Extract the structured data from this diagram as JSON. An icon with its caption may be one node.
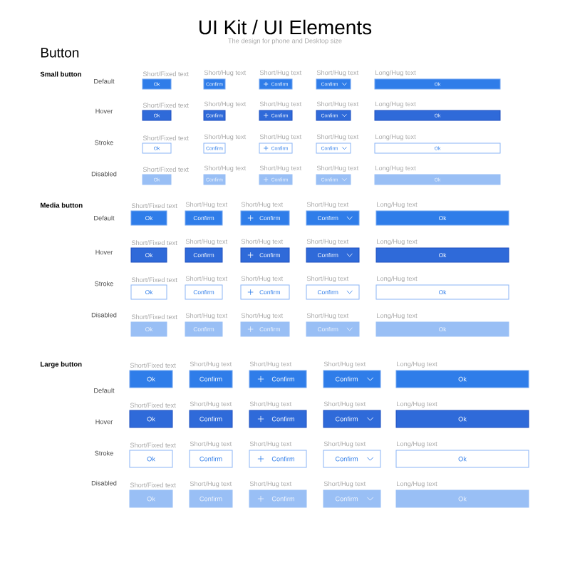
{
  "diagram": {
    "title": "UI Kit / UI Elements",
    "nodes": [
      {
        "text": [
          "Ok"
        ],
        "beside": [
          "Short/Fixed text"
        ]
      },
      {
        "text": [
          "Confirm"
        ],
        "beside": [
          "Short/Hug text"
        ]
      },
      {
        "text": [
          "Confirm"
        ],
        "beside": [
          "Short/Hug text"
        ]
      },
      {
        "text": [
          "Confirm"
        ],
        "beside": [
          "Short/Hug text"
        ]
      },
      {
        "text": [
          "Ok"
        ],
        "beside": [
          "Long/Hug text"
        ]
      },
      {
        "text": [
          "Ok"
        ],
        "beside": [
          "Short/Fixed text"
        ]
      },
      {
        "text": [
          "Confirm"
        ],
        "beside": [
          "Short/Hug text"
        ]
      },
      {
        "text": [
          "Confirm"
        ],
        "beside": [
          "Short/Hug text"
        ]
      },
      {
        "text": [
          "Confirm"
        ],
        "beside": [
          "Short/Hug text"
        ]
      },
      {
        "text": [
          "Ok"
        ],
        "beside": [
          "Long/Hug text"
        ]
      },
      {
        "text": [
          "Ok"
        ],
        "beside": [
          "Short/Fixed text"
        ]
      },
      {
        "text": [
          "Confirm"
        ],
        "beside": [
          "Short/Hug text"
        ]
      },
      {
        "text": [
          "Confirm"
        ],
        "beside": [
          "Short/Hug text"
        ]
      },
      {
        "text": [
          "Confirm"
        ],
        "beside": [
          "Short/Hug text"
        ]
      },
      {
        "text": [
          "Ok"
        ],
        "beside": [
          "Long/Hug text"
        ]
      },
      {
        "text": [
          "Ok"
        ],
        "beside": [
          "Short/Fixed text"
        ]
      },
      {
        "text": [
          "Confirm"
        ],
        "beside": [
          "Short/Hug text"
        ]
      },
      {
        "text": [
          "Confirm"
        ],
        "beside": [
          "Short/Hug text"
        ]
      },
      {
        "text": [
          "Confirm"
        ],
        "beside": [
          "Short/Hug text"
        ]
      },
      {
        "text": [
          "Ok"
        ],
        "beside": [
          "Long/Hug text"
        ]
      },
      {
        "text": [
          "Ok"
        ],
        "beside": [
          "Short/Fixed text"
        ]
      },
      {
        "text": [
          "Confirm"
        ],
        "beside": [
          "Short/Hug text"
        ]
      },
      {
        "text": [
          "Confirm"
        ],
        "beside": [
          "Short/Hug text"
        ]
      },
      {
        "text": [
          "Confirm"
        ],
        "beside": [
          "Short/Hug text"
        ]
      },
      {
        "text": [
          "Ok"
        ],
        "beside": [
          "Long/Hug text"
        ]
      },
      {
        "text": [
          "Ok"
        ],
        "beside": [
          "Short/Fixed text"
        ]
      },
      {
        "text": [
          "Confirm"
        ],
        "beside": [
          "Short/Hug text"
        ]
      },
      {
        "text": [
          "Confirm"
        ],
        "beside": [
          "Short/Hug text"
        ]
      },
      {
        "text": [
          "Confirm"
        ],
        "beside": [
          "Short/Hug text"
        ]
      },
      {
        "text": [
          "Ok"
        ],
        "beside": [
          "Long/Hug text"
        ]
      },
      {
        "text": [
          "Ok"
        ],
        "beside": [
          "Short/Fixed text"
        ]
      },
      {
        "text": [
          "Confirm"
        ],
        "beside": [
          "Short/Hug text"
        ]
      },
      {
        "text": [
          "Confirm"
        ],
        "beside": [
          "Short/Hug text"
        ]
      },
      {
        "text": [
          "Confirm"
        ],
        "beside": [
          "Short/Hug text"
        ]
      },
      {
        "text": [
          "Ok"
        ],
        "beside": [
          "Long/Hug text"
        ]
      },
      {
        "text": [
          "Ok"
        ],
        "beside": [
          "Short/Fixed text"
        ]
      },
      {
        "text": [
          "Confirm"
        ],
        "beside": [
          "Short/Hug text"
        ]
      },
      {
        "text": [
          "Confirm"
        ],
        "beside": [
          "Short/Hug text"
        ]
      },
      {
        "text": [
          "Confirm"
        ],
        "beside": [
          "Short/Hug text"
        ]
      },
      {
        "text": [
          "Ok"
        ],
        "beside": [
          "Long/Hug text"
        ]
      },
      {
        "text": [
          "Ok"
        ],
        "beside": [
          "Short/Fixed text"
        ]
      },
      {
        "text": [
          "Confirm"
        ],
        "beside": [
          "Short/Hug text"
        ]
      },
      {
        "text": [
          "Confirm"
        ],
        "beside": [
          "Short/Hug text"
        ]
      },
      {
        "text": [
          "Confirm"
        ],
        "beside": [
          "Short/Hug text"
        ]
      },
      {
        "text": [
          "Ok"
        ],
        "beside": [
          "Long/Hug text"
        ]
      },
      {
        "text": [
          "Ok"
        ],
        "beside": [
          "Short/Fixed text"
        ]
      },
      {
        "text": [
          "Confirm"
        ],
        "beside": [
          "Short/Hug text"
        ]
      },
      {
        "text": [
          "Confirm"
        ],
        "beside": [
          "Short/Hug text"
        ]
      },
      {
        "text": [
          "Confirm"
        ],
        "beside": [
          "Short/Hug text"
        ]
      },
      {
        "text": [
          "Ok"
        ],
        "beside": [
          "Long/Hug text"
        ]
      },
      {
        "text": [
          "Ok"
        ],
        "beside": [
          "Short/Fixed text"
        ]
      },
      {
        "text": [
          "Confirm"
        ],
        "beside": [
          "Short/Hug text"
        ]
      },
      {
        "text": [
          "Confirm"
        ],
        "beside": [
          "Short/Hug text"
        ]
      },
      {
        "text": [
          "Confirm"
        ],
        "beside": [
          "Short/Hug text"
        ]
      },
      {
        "text": [
          "Ok"
        ],
        "beside": [
          "Long/Hug text"
        ]
      },
      {
        "text": [
          "Ok"
        ],
        "beside": [
          "Short/Fixed text"
        ]
      },
      {
        "text": [
          "Confirm"
        ],
        "beside": [
          "Short/Hug text"
        ]
      },
      {
        "text": [
          "Confirm"
        ],
        "beside": [
          "Short/Hug text"
        ]
      },
      {
        "text": [
          "Confirm"
        ],
        "beside": [
          "Short/Hug text"
        ]
      },
      {
        "text": [
          "Ok"
        ],
        "beside": [
          "Long/Hug text"
        ]
      }
    ],
    "labels": [
      "The design for phone and Desktop size",
      "Button",
      "Small button",
      "Default",
      "Hover",
      "Stroke",
      "Disabled",
      "Media button",
      "Default",
      "Hover",
      "Stroke",
      "Disabled",
      "Large button",
      "Default",
      "Hover",
      "Stroke",
      "Disabled"
    ]
  }
}
